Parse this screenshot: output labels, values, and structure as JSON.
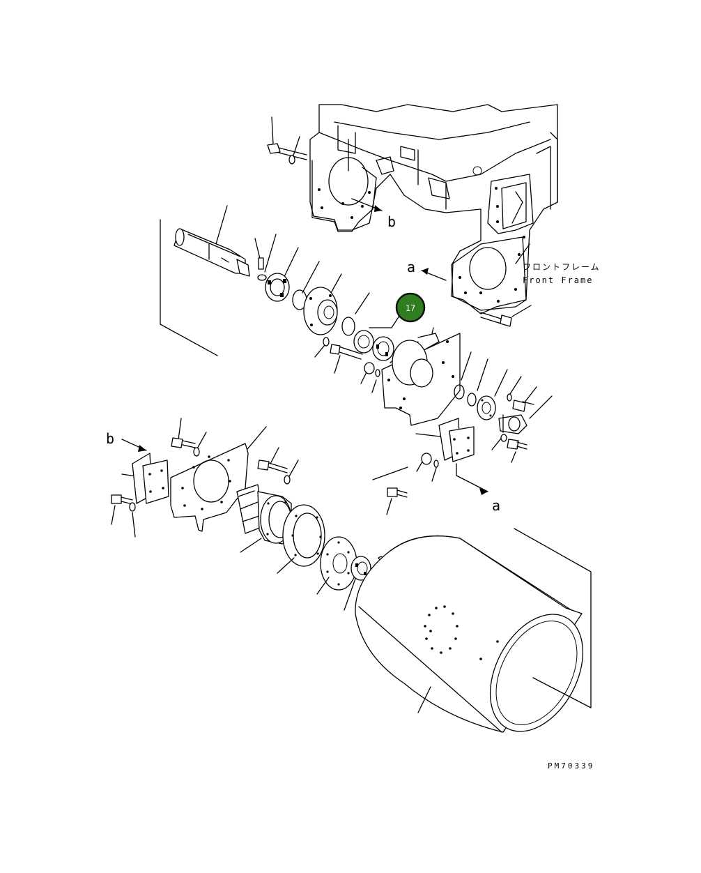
{
  "labels": {
    "b_top": "b",
    "a_right": "a",
    "b_left": "b",
    "a_bottom": "a",
    "front_frame_jp": "フロントフレーム",
    "front_frame_en": "Front Frame",
    "drawing_code": "PM70339"
  },
  "callout": {
    "number": "17",
    "color": "#2f7d1f"
  }
}
